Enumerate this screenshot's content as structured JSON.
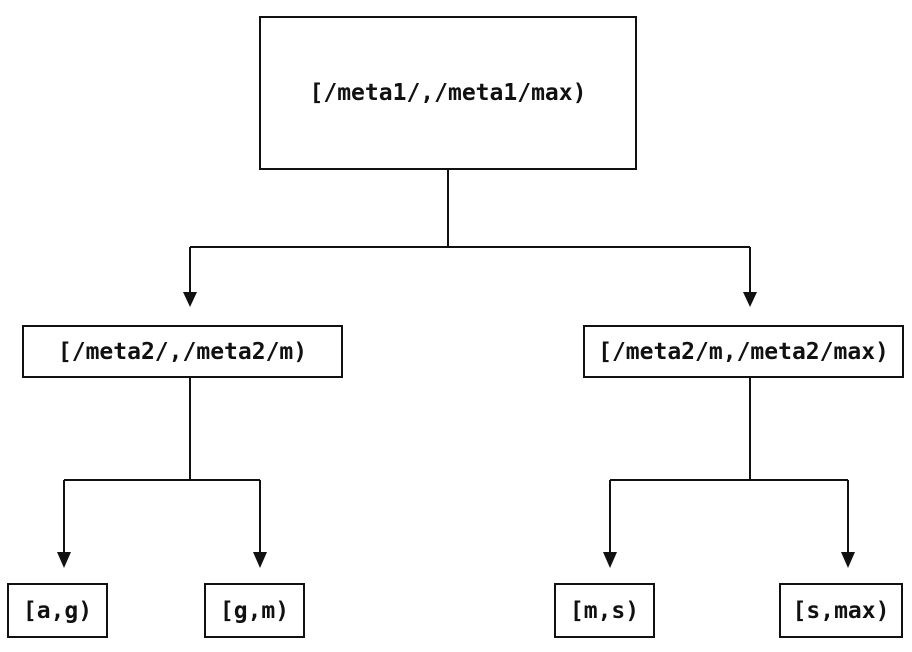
{
  "diagram": {
    "background_color": "#ffffff",
    "line_color": "#111111",
    "text_color": "#111111",
    "nodes": {
      "root": {
        "label": "[/meta1/,/meta1/max)"
      },
      "mid_left": {
        "label": "[/meta2/,/meta2/m)"
      },
      "mid_right": {
        "label": "[/meta2/m,/meta2/max)"
      },
      "leaf_ag": {
        "label": "[a,g)"
      },
      "leaf_gm": {
        "label": "[g,m)"
      },
      "leaf_ms": {
        "label": "[m,s)"
      },
      "leaf_smax": {
        "label": "[s,max)"
      }
    },
    "edges": [
      {
        "from": "root",
        "to": "mid_left"
      },
      {
        "from": "root",
        "to": "mid_right"
      },
      {
        "from": "mid_left",
        "to": "leaf_ag"
      },
      {
        "from": "mid_left",
        "to": "leaf_gm"
      },
      {
        "from": "mid_right",
        "to": "leaf_ms"
      },
      {
        "from": "mid_right",
        "to": "leaf_smax"
      }
    ]
  }
}
